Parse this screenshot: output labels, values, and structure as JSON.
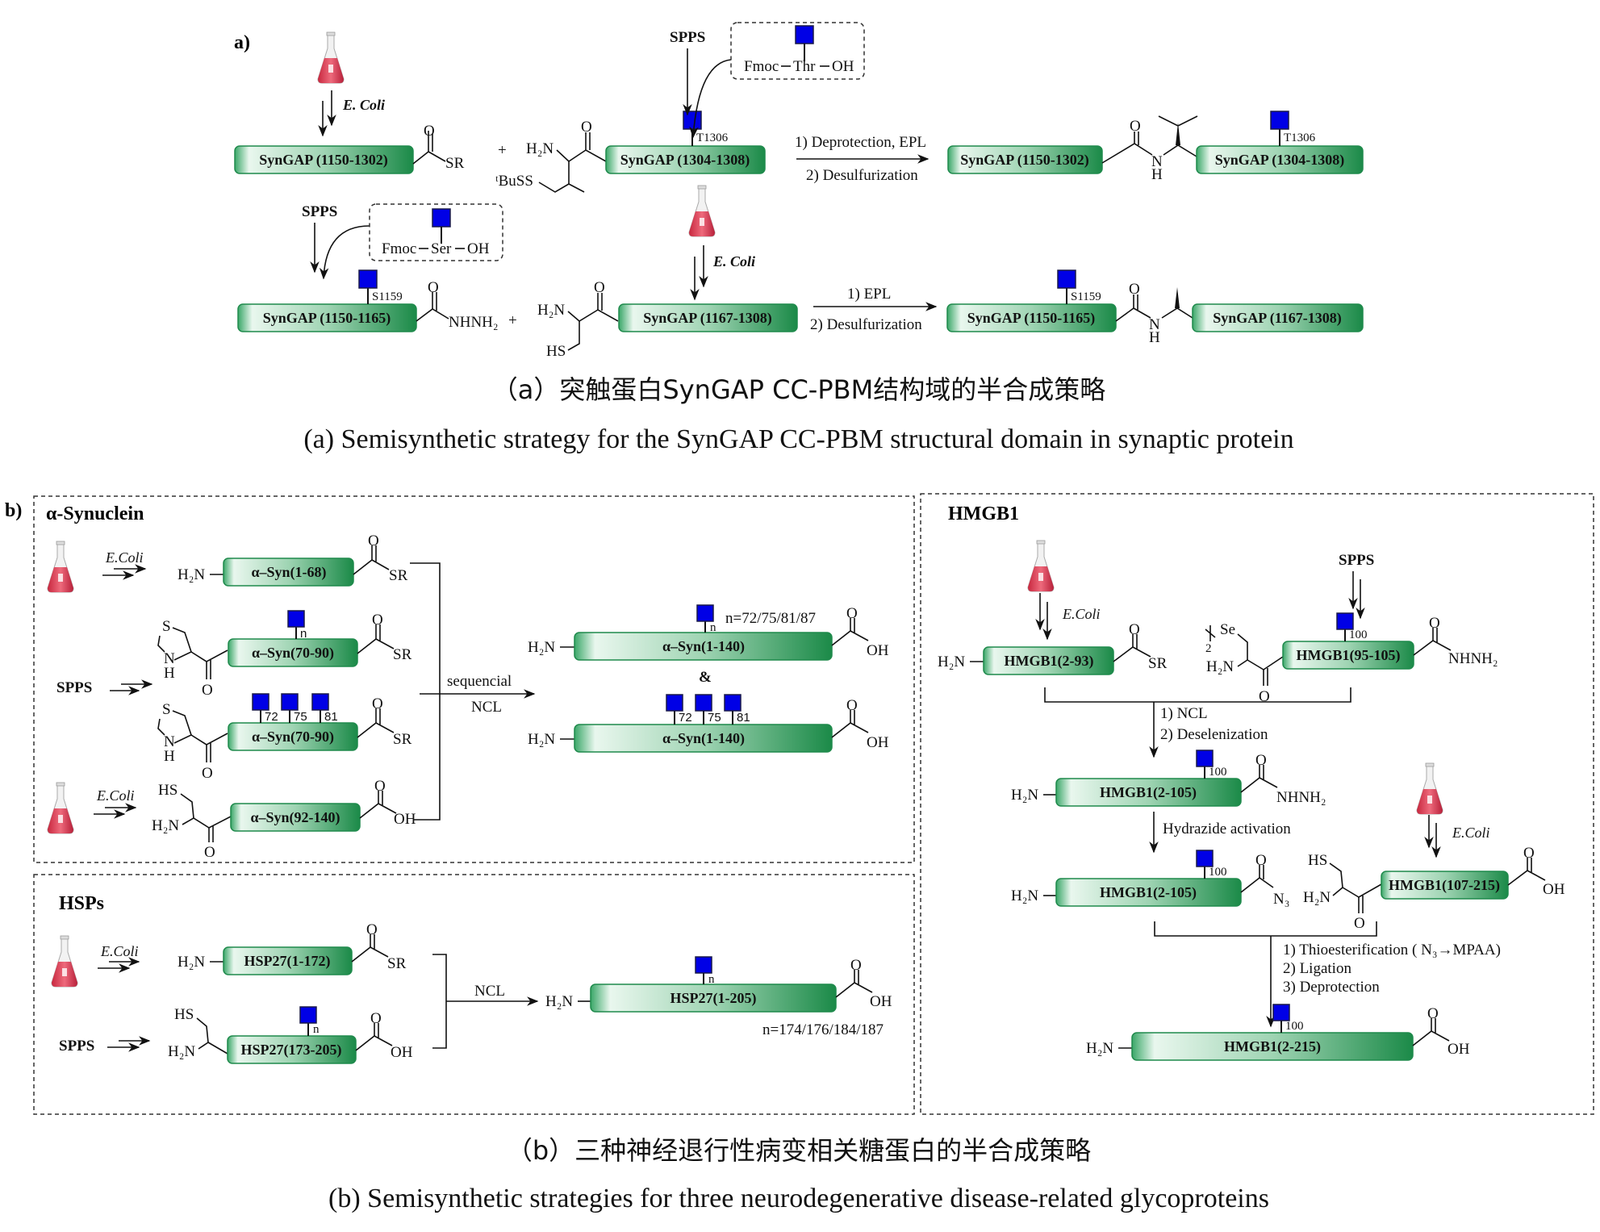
{
  "colors": {
    "peptide_green": "#2a9a5a",
    "glycan_blue": "#0000e6"
  },
  "icons": {
    "flask": "erlenmeyer-flask-icon",
    "glycan": "glcnac-square-icon"
  },
  "part_a": {
    "label": "a)",
    "ecoli_1": "E. Coli",
    "ecoli_2": "E. Coli",
    "spps_1": "SPPS",
    "spps_2": "SPPS",
    "fmoc_thr": {
      "fmoc": "Fmoc",
      "aa": "Thr",
      "oh": "OH"
    },
    "fmoc_ser": {
      "fmoc": "Fmoc",
      "aa": "Ser",
      "oh": "OH"
    },
    "row1": {
      "frag1": "SynGAP (1150-1302)",
      "frag1_term_o": "O",
      "frag1_term": "SR",
      "plus": "+",
      "h2n": "H₂N",
      "o": "O",
      "tbuss": "ᵗBuSS",
      "frag2": "SynGAP (1304-1308)",
      "site": "T1306",
      "cond1": "1) Deprotection, EPL",
      "cond2": "2) Desulfurization",
      "prod_frag1": "SynGAP (1150-1302)",
      "prod_o": "O",
      "prod_n": "N",
      "prod_h": "H",
      "prod_frag2": "SynGAP (1304-1308)",
      "prod_site": "T1306"
    },
    "row2": {
      "frag1": "SynGAP (1150-1165)",
      "site": "S1159",
      "o1": "O",
      "nhnh2": "NHNH₂",
      "plus": "+",
      "h2n": "H₂N",
      "o2": "O",
      "hs": "HS",
      "frag2": "SynGAP (1167-1308)",
      "cond1": "1) EPL",
      "cond2": "2) Desulfurization",
      "prod_frag1": "SynGAP (1150-1165)",
      "prod_site": "S1159",
      "prod_o": "O",
      "prod_n": "N",
      "prod_h": "H",
      "prod_frag2": "SynGAP (1167-1308)"
    },
    "caption_cn": "（a）突触蛋白SynGAP CC-PBM结构域的半合成策略",
    "caption_en": "(a) Semisynthetic strategy for the SynGAP CC-PBM structural domain in synaptic protein"
  },
  "part_b": {
    "label": "b)",
    "asyn": {
      "title": "α-Synuclein",
      "ecoli_1": "E.Coli",
      "ecoli_2": "E.Coli",
      "spps": "SPPS",
      "r1": {
        "h2n": "H₂N",
        "frag": "α–Syn(1-68)",
        "o": "O",
        "term": "SR"
      },
      "r2": {
        "s": "S",
        "n": "N",
        "h": "H",
        "o_left": "O",
        "frag": "α–Syn(70-90)",
        "site": "n",
        "o": "O",
        "term": "SR"
      },
      "r3": {
        "s": "S",
        "n": "N",
        "h": "H",
        "o_left": "O",
        "frag": "α–Syn(70-90)",
        "sites": [
          "72",
          "75",
          "81"
        ],
        "o": "O",
        "term": "SR"
      },
      "r4": {
        "hs": "HS",
        "h2n": "H₂N",
        "o_left": "O",
        "frag": "α–Syn(92-140)",
        "o": "O",
        "term": "OH"
      },
      "cond1": "sequencial",
      "cond2": "NCL",
      "p1": {
        "h2n": "H₂N",
        "frag": "α–Syn(1-140)",
        "site": "n",
        "note": "n=72/75/81/87",
        "o": "O",
        "term": "OH"
      },
      "amp": "&",
      "p2": {
        "h2n": "H₂N",
        "frag": "α–Syn(1-140)",
        "sites": [
          "72",
          "75",
          "81"
        ],
        "o": "O",
        "term": "OH"
      }
    },
    "hsps": {
      "title": "HSPs",
      "ecoli": "E.Coli",
      "spps": "SPPS",
      "r1": {
        "h2n": "H₂N",
        "frag": "HSP27(1-172)",
        "o": "O",
        "term": "SR"
      },
      "r2": {
        "hs": "HS",
        "h2n": "H₂N",
        "frag": "HSP27(173-205)",
        "site": "n",
        "o": "O",
        "term": "OH"
      },
      "cond": "NCL",
      "p": {
        "h2n": "H₂N",
        "frag": "HSP27(1-205)",
        "site": "n",
        "o": "O",
        "term": "OH",
        "note": "n=174/176/184/187"
      }
    },
    "hmgb1": {
      "title": "HMGB1",
      "ecoli_1": "E.Coli",
      "ecoli_2": "E.Coli",
      "spps": "SPPS",
      "f1": {
        "h2n": "H₂N",
        "frag": "HMGB1(2-93)",
        "o": "O",
        "term": "SR"
      },
      "f2": {
        "se": "Se",
        "two": "2",
        "h2n": "H₂N",
        "o_left": "O",
        "frag": "HMGB1(95-105)",
        "site": "100",
        "o": "O",
        "term": "NHNH₂"
      },
      "step1": [
        "1) NCL",
        "2) Deselenization"
      ],
      "i1": {
        "h2n": "H₂N",
        "frag": "HMGB1(2-105)",
        "site": "100",
        "o": "O",
        "term": "NHNH₂"
      },
      "step2": "Hydrazide activation",
      "i2": {
        "h2n": "H₂N",
        "frag": "HMGB1(2-105)",
        "site": "100",
        "o": "O",
        "term": "N₃"
      },
      "f3": {
        "hs": "HS",
        "h2n": "H₂N",
        "o_left": "O",
        "frag": "HMGB1(107-215)",
        "o": "O",
        "term": "OH"
      },
      "step3": [
        "1) Thioesterification ( N₃→MPAA)",
        "2) Ligation",
        "3) Deprotection"
      ],
      "p": {
        "h2n": "H₂N",
        "frag": "HMGB1(2-215)",
        "site": "100",
        "o": "O",
        "term": "OH"
      }
    },
    "caption_cn": "（b）三种神经退行性病变相关糖蛋白的半合成策略",
    "caption_en": "(b) Semisynthetic strategies for three neurodegenerative disease-related glycoproteins"
  }
}
